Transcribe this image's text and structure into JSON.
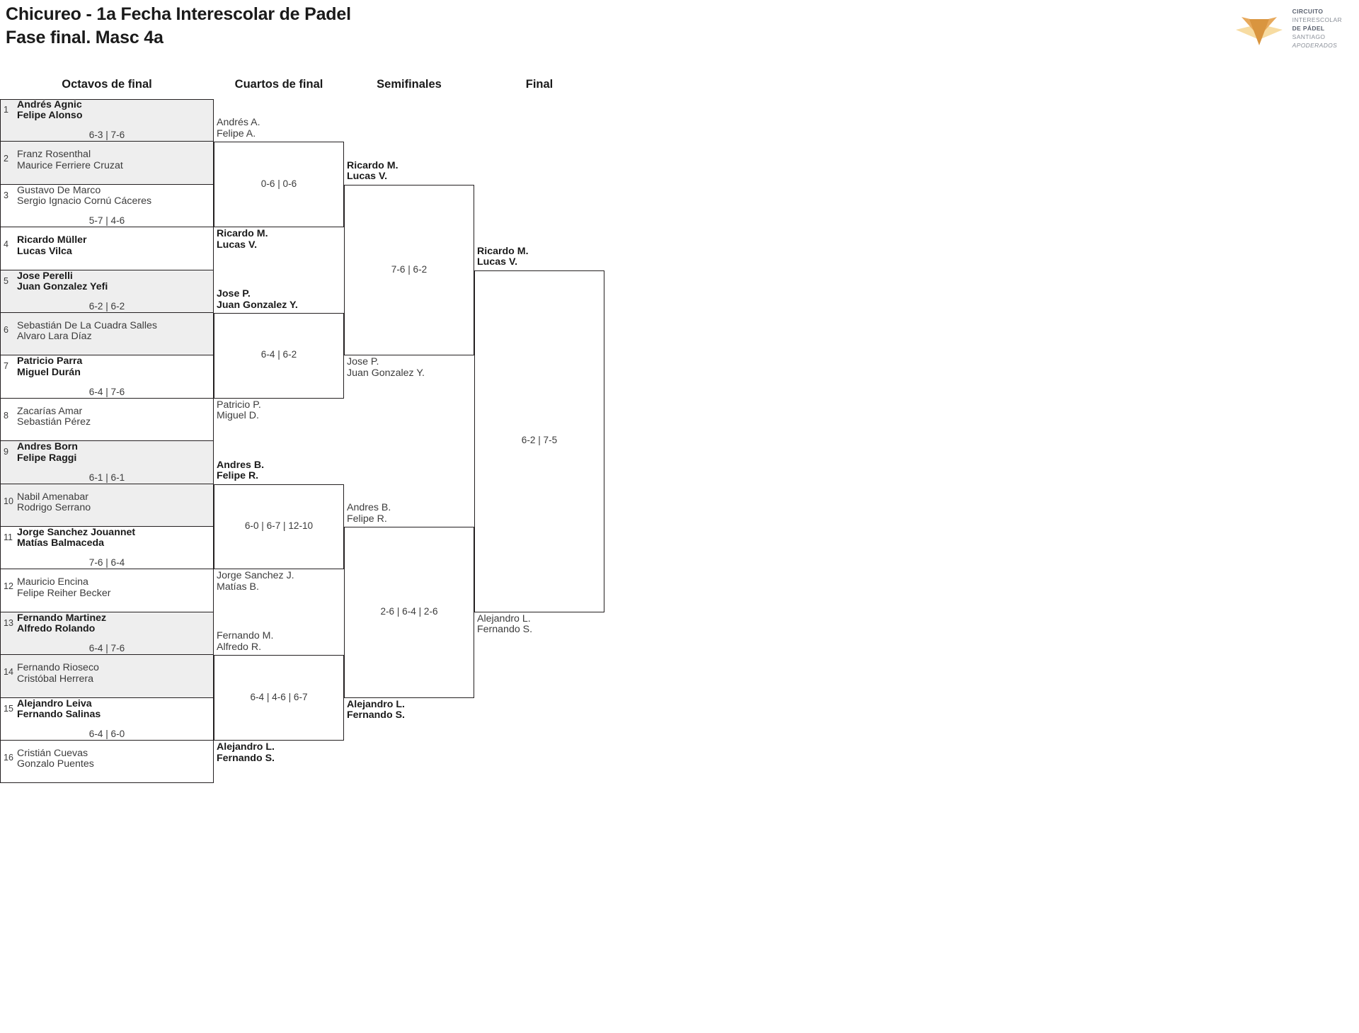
{
  "header": {
    "title_line1": "Chicureo - 1a Fecha Interescolar de Padel",
    "title_line2": "Fase final. Masc 4a",
    "logo": {
      "line1": "CIRCUITO",
      "line2": "INTERESCOLAR",
      "line3": "DE PÁDEL",
      "line4": "SANTIAGO",
      "line5": "APODERADOS",
      "colors": {
        "dark_orange": "#d9953f",
        "mid_orange": "#e7a95c",
        "light_orange": "#f7dca2"
      }
    }
  },
  "rounds": [
    {
      "name": "Octavos de final"
    },
    {
      "name": "Cuartos de final"
    },
    {
      "name": "Semifinales"
    },
    {
      "name": "Final"
    }
  ],
  "round1": {
    "entries": [
      {
        "seed": "1",
        "p1": "Andrés Agnic",
        "p2": "Felipe Alonso",
        "winner": true
      },
      {
        "seed": "2",
        "p1": "Franz Rosenthal",
        "p2": "Maurice Ferriere Cruzat",
        "winner": false
      },
      {
        "seed": "3",
        "p1": "Gustavo De Marco",
        "p2": "Sergio Ignacio Cornú Cáceres",
        "winner": false
      },
      {
        "seed": "4",
        "p1": "Ricardo Müller",
        "p2": "Lucas Vilca",
        "winner": true
      },
      {
        "seed": "5",
        "p1": "Jose Perelli",
        "p2": "Juan Gonzalez Yefi",
        "winner": true
      },
      {
        "seed": "6",
        "p1": "Sebastián De La Cuadra Salles",
        "p2": "Alvaro Lara Díaz",
        "winner": false
      },
      {
        "seed": "7",
        "p1": "Patricio Parra",
        "p2": "Miguel Durán",
        "winner": true
      },
      {
        "seed": "8",
        "p1": "Zacarías Amar",
        "p2": "Sebastián Pérez",
        "winner": false
      },
      {
        "seed": "9",
        "p1": "Andres Born",
        "p2": "Felipe Raggi",
        "winner": true
      },
      {
        "seed": "10",
        "p1": "Nabil Amenabar",
        "p2": "Rodrigo Serrano",
        "winner": false
      },
      {
        "seed": "11",
        "p1": "Jorge Sanchez Jouannet",
        "p2": "Matías Balmaceda",
        "winner": true
      },
      {
        "seed": "12",
        "p1": "Mauricio Encina",
        "p2": "Felipe Reiher Becker",
        "winner": false
      },
      {
        "seed": "13",
        "p1": "Fernando Martinez",
        "p2": "Alfredo Rolando",
        "winner": true
      },
      {
        "seed": "14",
        "p1": "Fernando Rioseco",
        "p2": "Cristóbal Herrera",
        "winner": false
      },
      {
        "seed": "15",
        "p1": "Alejandro Leiva",
        "p2": "Fernando Salinas",
        "winner": true
      },
      {
        "seed": "16",
        "p1": "Cristián Cuevas",
        "p2": "Gonzalo Puentes",
        "winner": false
      }
    ],
    "scores": [
      "6-3 | 7-6",
      "5-7 | 4-6",
      "6-2 | 6-2",
      "6-4 | 7-6",
      "6-1 | 6-1",
      "7-6 | 6-4",
      "6-4 | 7-6",
      "6-4 | 6-0"
    ]
  },
  "round2": {
    "matches": [
      {
        "top": {
          "p1": "Andrés A.",
          "p2": "Felipe A.",
          "winner": false
        },
        "bottom": {
          "p1": "Ricardo M.",
          "p2": "Lucas V.",
          "winner": true
        },
        "score": "0-6 | 0-6"
      },
      {
        "top": {
          "p1": "Jose P.",
          "p2": "Juan Gonzalez Y.",
          "winner": true
        },
        "bottom": {
          "p1": "Patricio P.",
          "p2": "Miguel D.",
          "winner": false
        },
        "score": "6-4 | 6-2"
      },
      {
        "top": {
          "p1": "Andres B.",
          "p2": "Felipe R.",
          "winner": true
        },
        "bottom": {
          "p1": "Jorge Sanchez J.",
          "p2": "Matías B.",
          "winner": false
        },
        "score": "6-0 | 6-7 | 12-10"
      },
      {
        "top": {
          "p1": "Fernando M.",
          "p2": "Alfredo R.",
          "winner": false
        },
        "bottom": {
          "p1": "Alejandro L.",
          "p2": "Fernando S.",
          "winner": true
        },
        "score": "6-4 | 4-6 | 6-7"
      }
    ]
  },
  "round3": {
    "matches": [
      {
        "top": {
          "p1": "Ricardo M.",
          "p2": "Lucas V.",
          "winner": true
        },
        "bottom": {
          "p1": "Jose P.",
          "p2": "Juan Gonzalez Y.",
          "winner": false
        },
        "score": "7-6 | 6-2"
      },
      {
        "top": {
          "p1": "Andres B.",
          "p2": "Felipe R.",
          "winner": false
        },
        "bottom": {
          "p1": "Alejandro L.",
          "p2": "Fernando S.",
          "winner": true
        },
        "score": "2-6 | 6-4 | 2-6"
      }
    ]
  },
  "round4": {
    "matches": [
      {
        "top": {
          "p1": "Ricardo M.",
          "p2": "Lucas V.",
          "winner": true
        },
        "bottom": {
          "p1": "Alejandro L.",
          "p2": "Fernando S.",
          "winner": false
        },
        "score": "6-2 | 7-5"
      }
    ]
  }
}
